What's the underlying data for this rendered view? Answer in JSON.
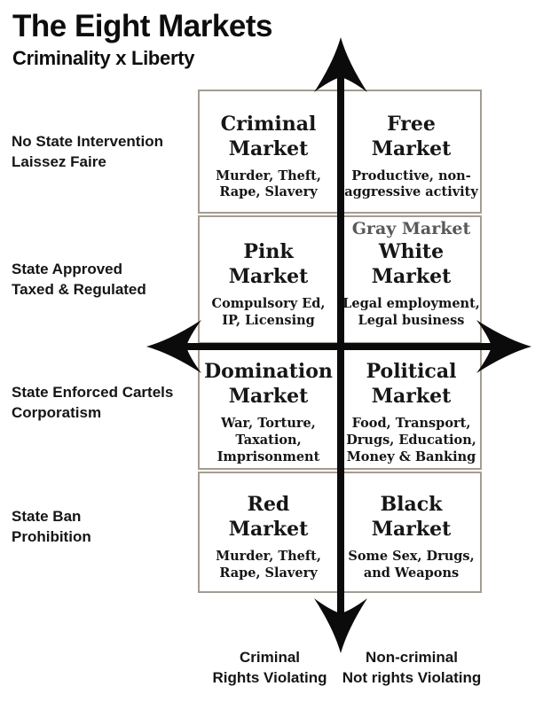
{
  "header": {
    "title": "The Eight Markets",
    "subtitle": "Criminality x Liberty"
  },
  "row_labels": [
    "No State Intervention\nLaissez Faire",
    "State Approved\nTaxed & Regulated",
    "State Enforced Cartels\nCorporatism",
    "State Ban\nProhibition"
  ],
  "gray_market_label": "Gray Market",
  "cells": [
    {
      "title": "Criminal\nMarket",
      "desc": "Murder, Theft,\nRape, Slavery"
    },
    {
      "title": "Free\nMarket",
      "desc": "Productive, non-\naggressive activity"
    },
    {
      "title": "Pink\nMarket",
      "desc": "Compulsory Ed,\nIP, Licensing"
    },
    {
      "title": "White\nMarket",
      "desc": "Legal employment,\nLegal business"
    },
    {
      "title": "Domination\nMarket",
      "desc": "War, Torture,\nTaxation,\nImprisonment"
    },
    {
      "title": "Political\nMarket",
      "desc": "Food, Transport,\nDrugs, Education,\nMoney & Banking"
    },
    {
      "title": "Red\nMarket",
      "desc": "Murder, Theft,\nRape, Slavery"
    },
    {
      "title": "Black\nMarket",
      "desc": "Some Sex, Drugs,\nand Weapons"
    }
  ],
  "x_axis_labels": [
    "Criminal\nRights Violating",
    "Non-criminal\nNot rights Violating"
  ],
  "colors": {
    "grid_border": "#a59c90",
    "axis": "#0b0b0b",
    "gray_text": "#58595b",
    "text": "#111111"
  }
}
